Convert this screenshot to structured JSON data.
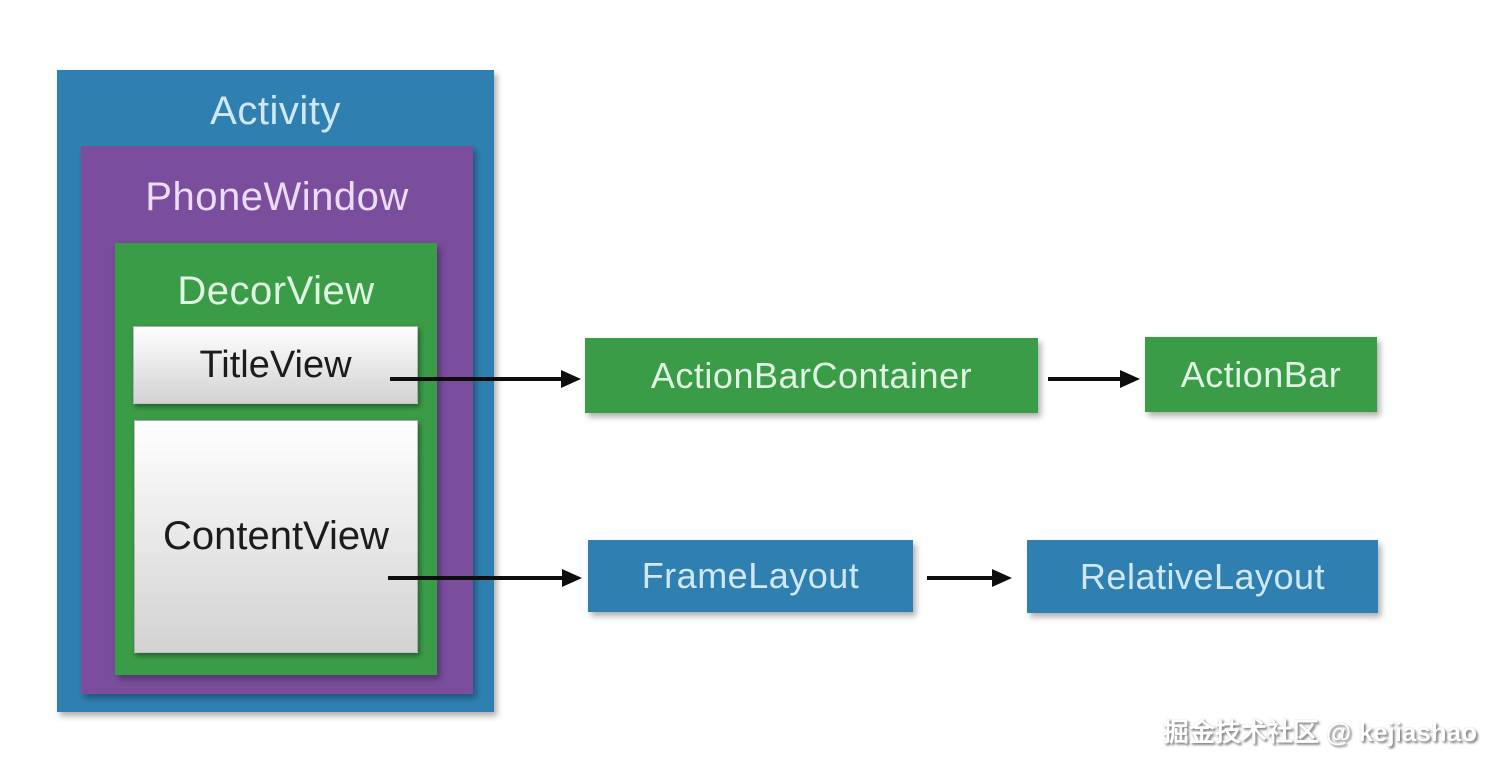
{
  "hierarchy": {
    "activity": "Activity",
    "phone_window": "PhoneWindow",
    "decor_view": "DecorView",
    "title_view": "TitleView",
    "content_view": "ContentView"
  },
  "flow": {
    "action_bar_container": "ActionBarContainer",
    "action_bar": "ActionBar",
    "frame_layout": "FrameLayout",
    "relative_layout": "RelativeLayout"
  },
  "colors": {
    "blue": "#2f7fb0",
    "purple": "#7a4d9d",
    "green": "#3b9c47",
    "arrow": "#0e0e0e",
    "label_on_blue": "#cfe8f8",
    "label_on_purple": "#ecdcf8",
    "label_on_green": "#e0f4e4",
    "panel_text": "#1c1c1c",
    "panel_gradient_top": "#ffffff",
    "panel_gradient_bottom": "#d2d2d2",
    "watermark_text_color": "#ffffff"
  },
  "watermark": "掘金技术社区 @ kejiashao"
}
